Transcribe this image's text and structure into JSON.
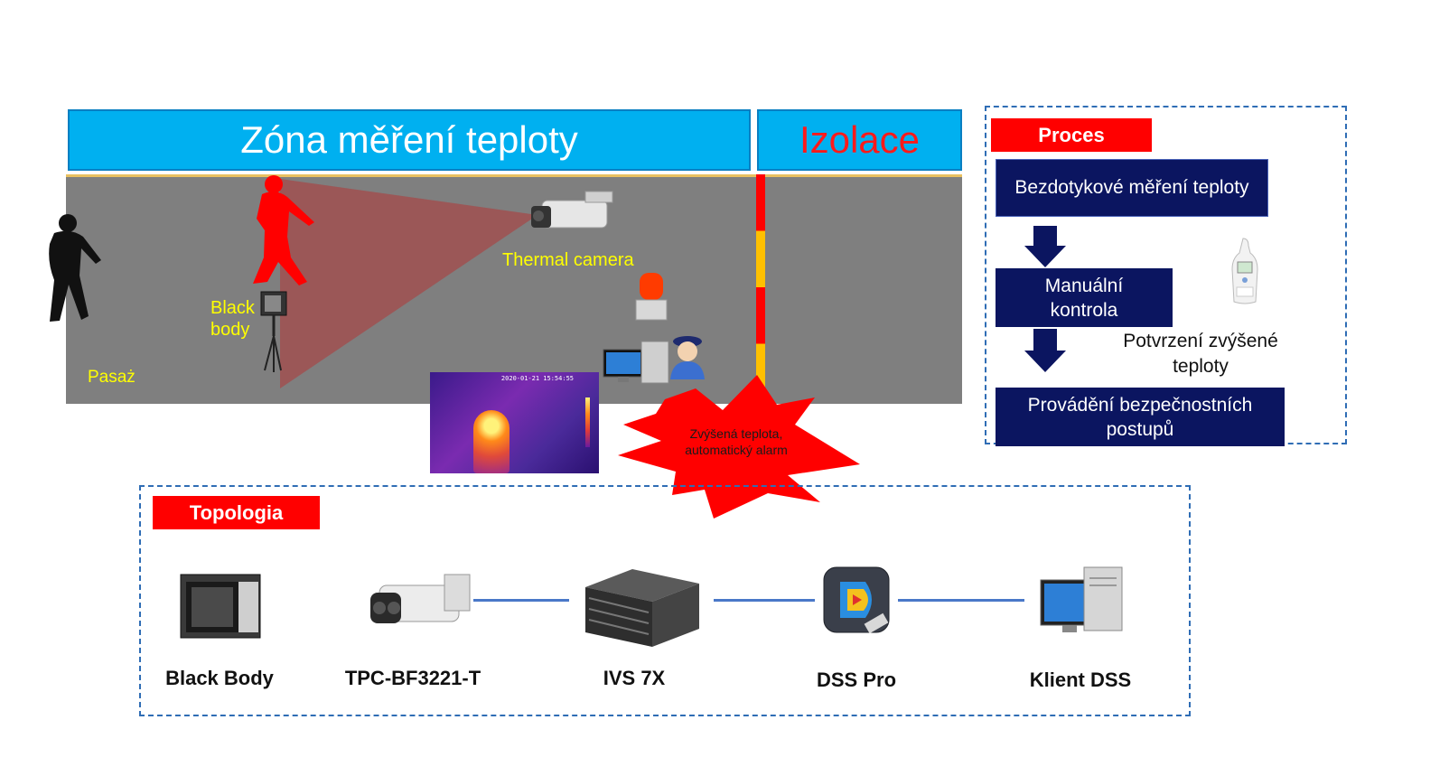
{
  "zone": {
    "title": "Zóna měření teploty"
  },
  "isolation": {
    "title": "Izolace"
  },
  "scene": {
    "black_body_label_1": "Black",
    "black_body_label_2": "body",
    "thermal_camera_label": "Thermal camera",
    "passage_label": "Pasaż",
    "alarm_text_1": "Zvýšená teplota,",
    "alarm_text_2": "automatický alarm",
    "thermal_image_timestamp": "2020-01-21 15:54:55"
  },
  "process": {
    "tag": "Proces",
    "step1": "Bezdotykové měření teploty",
    "step2_line1": "Manuální",
    "step2_line2": "kontrola",
    "confirm_line1": "Potvrzení zvýšené",
    "confirm_line2": "teploty",
    "step3_line1": "Provádění bezpečnostních",
    "step3_line2": "postupů"
  },
  "topology": {
    "tag": "Topologia",
    "devices": [
      {
        "label": "Black Body",
        "icon": "black-body-icon"
      },
      {
        "label": "TPC-BF3221-T",
        "icon": "thermal-camera-icon"
      },
      {
        "label": "IVS 7X",
        "icon": "server-icon"
      },
      {
        "label": "DSS Pro",
        "icon": "dss-pro-icon"
      },
      {
        "label": "Klient DSS",
        "icon": "desktop-computer-icon"
      }
    ]
  },
  "colors": {
    "banner": "#00b0f0",
    "floor": "#7f7f7f",
    "tag_red": "#ff0000",
    "navy": "#0b1560",
    "label_yellow": "#ffff00",
    "dash_blue": "#2f6db5"
  }
}
